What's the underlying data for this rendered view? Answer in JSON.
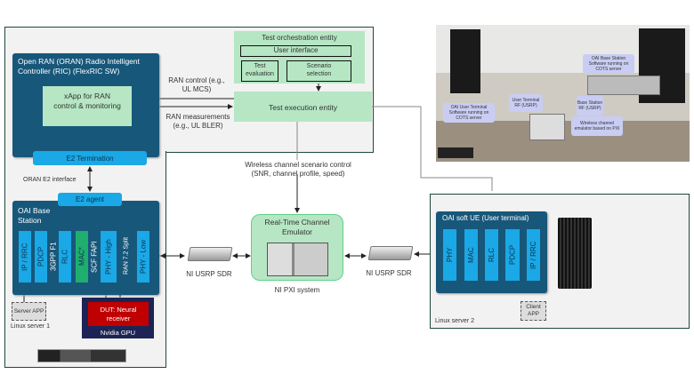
{
  "ric": {
    "title": "Open RAN (ORAN) Radio Intelligent Controller (RIC) (FlexRIC SW)",
    "xapp": "xApp for RAN control & monitoring",
    "e2_termination": "E2 Termination"
  },
  "e2_interface": "ORAN E2 interface",
  "base_station": {
    "e2_agent": "E2 agent",
    "title": "OAI Base Station",
    "layers": [
      "IP / RRC",
      "PDCP",
      "RLC",
      "MAC*",
      "PHY - High",
      "PHY - Low"
    ],
    "splits": [
      "3GPP F1",
      "SCF FAPI",
      "RAN 7.2 Split"
    ],
    "server_app": "Server APP",
    "server_label": "Linux server 1"
  },
  "gpu": {
    "dut": "DUT: Neural receiver",
    "label": "Nvidia GPU"
  },
  "orchestration": {
    "title": "Test orchestration entity",
    "user_interface": "User interface",
    "test_evaluation": "Test evaluation",
    "scenario_selection": "Scenario selection",
    "execution": "Test execution entity"
  },
  "links": {
    "ran_control": "RAN control (e.g., UL MCS)",
    "ran_measurements": "RAN measurements (e.g., UL BLER)",
    "scenario_control_1": "Wireless channel scenario control",
    "scenario_control_2": "(SNR, channel profile, speed)"
  },
  "emulator": {
    "title": "Real-Time Channel Emulator",
    "label": "NI PXI system"
  },
  "usrp_left": "NI USRP SDR",
  "usrp_right": "NI USRP SDR",
  "ue": {
    "title": "OAI soft UE (User terminal)",
    "layers": [
      "PHY",
      "MAC",
      "RLC",
      "PDCP",
      "IP / RRC"
    ],
    "client_app": "Client APP",
    "server_label": "Linux server 2"
  },
  "photo": {
    "callouts": [
      "OAI Base Station Software running on COTS server",
      "OAI User Terminal Software running on COTS server",
      "User Terminal RF (USRP)",
      "Base Station RF (USRP)",
      "Wireless channel emulator based on PXI"
    ]
  },
  "colors": {
    "dark_blue": "#17577a",
    "light_blue": "#1aa8e6",
    "green": "#b6e6c4",
    "red": "#c00000",
    "navy": "#1c2455"
  }
}
